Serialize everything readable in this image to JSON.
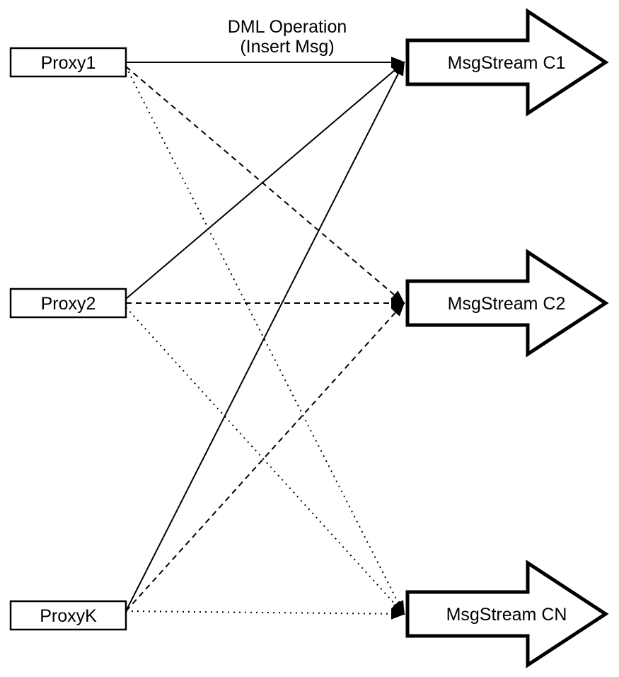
{
  "annotation": {
    "line1": "DML Operation",
    "line2": "(Insert Msg)"
  },
  "proxies": [
    {
      "id": "proxy1",
      "label": "Proxy1"
    },
    {
      "id": "proxy2",
      "label": "Proxy2"
    },
    {
      "id": "proxyk",
      "label": "ProxyK"
    }
  ],
  "streams": [
    {
      "id": "c1",
      "label": "MsgStream C1",
      "incoming_line_style": "solid"
    },
    {
      "id": "c2",
      "label": "MsgStream C2",
      "incoming_line_style": "dashed"
    },
    {
      "id": "cn",
      "label": "MsgStream CN",
      "incoming_line_style": "dotted"
    }
  ],
  "connections": [
    {
      "from": "proxy1",
      "to": "c1",
      "style": "solid"
    },
    {
      "from": "proxy2",
      "to": "c1",
      "style": "solid"
    },
    {
      "from": "proxyk",
      "to": "c1",
      "style": "solid"
    },
    {
      "from": "proxy1",
      "to": "c2",
      "style": "dashed"
    },
    {
      "from": "proxy2",
      "to": "c2",
      "style": "dashed"
    },
    {
      "from": "proxyk",
      "to": "c2",
      "style": "dashed"
    },
    {
      "from": "proxy1",
      "to": "cn",
      "style": "dotted"
    },
    {
      "from": "proxy2",
      "to": "cn",
      "style": "dotted"
    },
    {
      "from": "proxyk",
      "to": "cn",
      "style": "dotted"
    }
  ],
  "colors": {
    "ink": "#000000",
    "background": "#ffffff"
  }
}
